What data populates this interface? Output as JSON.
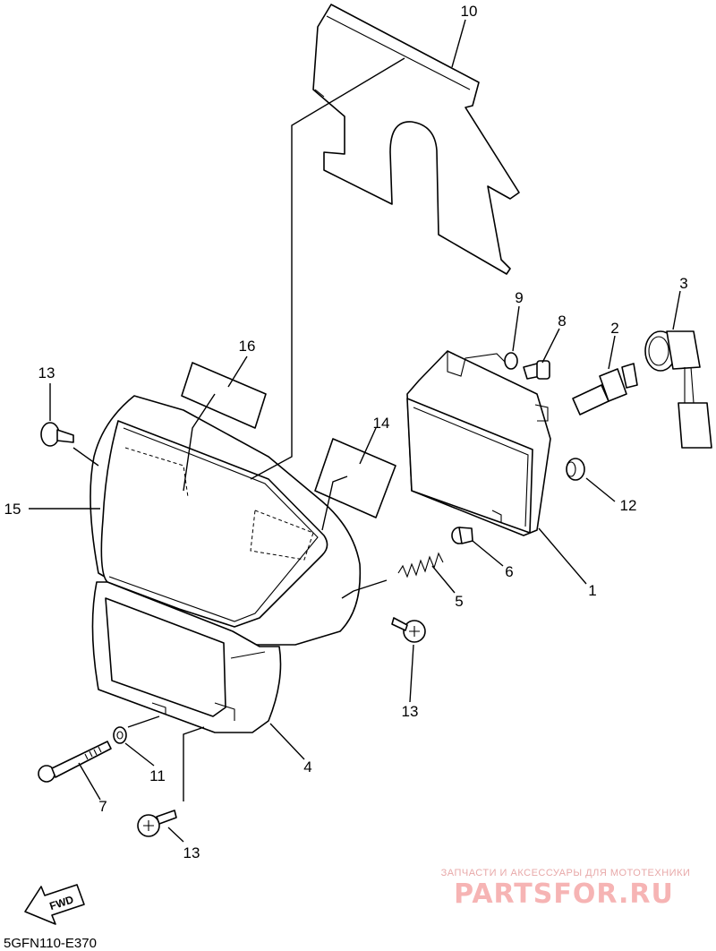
{
  "diagram": {
    "drawing_code": "5GFN110-E370",
    "fwd_label": "FWD",
    "callouts": [
      "10",
      "16",
      "13",
      "15",
      "14",
      "9",
      "8",
      "3",
      "2",
      "12",
      "6",
      "1",
      "5",
      "13",
      "4",
      "11",
      "7",
      "13"
    ],
    "watermark": {
      "tagline": "ЗАПЧАСТИ И АКСЕССУАРЫ ДЛЯ МОТОТЕХНИКИ",
      "brand": "PARTSFOR.RU",
      "color": "#f6b4b4"
    }
  }
}
